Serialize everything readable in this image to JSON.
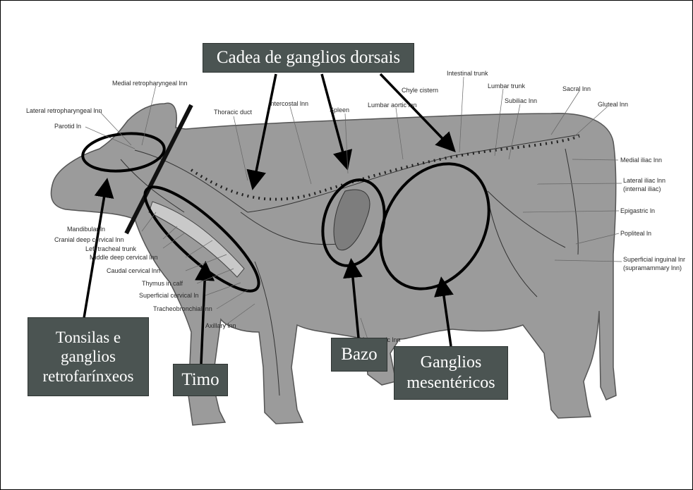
{
  "callouts": {
    "dorsal_chain": "Cadea de ganglios dorsais",
    "tonsils_line1": "Tonsilas e",
    "tonsils_line2": "ganglios",
    "tonsils_line3": "retrofarínxeos",
    "thymus": "Timo",
    "spleen": "Bazo",
    "mesenteric_line1": "Ganglios",
    "mesenteric_line2": "mesentéricos"
  },
  "labels": {
    "medial_retropharyngeal": "Medial retropharyngeal lnn",
    "lateral_retropharyngeal": "Lateral retropharyngeal lnn",
    "parotid": "Parotid ln",
    "thoracic_duct": "Thoracic duct",
    "intercostal": "Intercostal lnn",
    "spleen": "Spleen",
    "lumbar_aortic": "Lumbar aortic lnn",
    "chyle_cistern": "Chyle cistern",
    "intestinal_trunk": "Intestinal trunk",
    "lumbar_trunk": "Lumbar trunk",
    "subiliac": "Subiliac lnn",
    "sacral": "Sacral lnn",
    "gluteal": "Gluteal lnn",
    "medial_iliac": "Medial iliac lnn",
    "lateral_iliac": "Lateral iliac lnn",
    "lateral_iliac_sub": "(internal iliac)",
    "epigastric": "Epigastric ln",
    "popliteal": "Popliteal ln",
    "superficial_inguinal": "Superficial inguinal lnr",
    "superficial_inguinal_sub": "(supramammary lnn)",
    "mandibular": "Mandibular ln",
    "cranial_deep_cervical": "Cranial deep cervical lnn",
    "left_tracheal_trunk": "Left tracheal trunk",
    "middle_deep_cervical": "Middle deep cervical lnn",
    "caudal_cervical": "Caudal cervical lnn",
    "thymus_calf": "Thymus in calf",
    "superficial_cervical": "Superficial cervical ln",
    "tracheobronchial": "Tracheobronchial lnn",
    "axillary": "Axillary lnn",
    "mesenteric": "Mesenteric lnn"
  },
  "colors": {
    "body_fill": "#9a9a9a",
    "callout_box": "#4b5452",
    "callout_text": "#ffffff",
    "ellipse_stroke": "#000000"
  }
}
